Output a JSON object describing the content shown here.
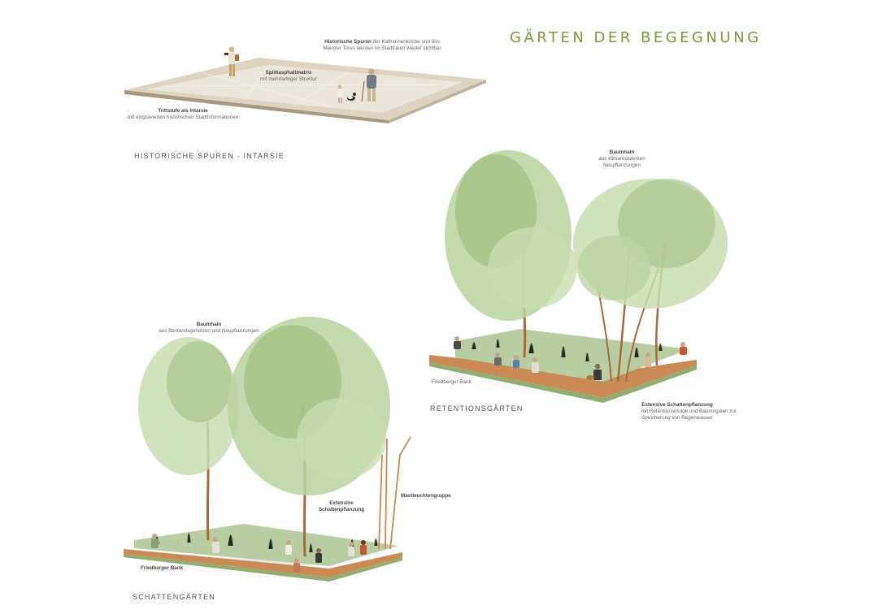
{
  "page_title": "GÄRTEN DER BEGEGNUNG",
  "sections": {
    "historic": {
      "label": "HISTORISCHE SPUREN - INTARSIE",
      "annotations": {
        "spuren_title": "Historische Spuren",
        "spuren_text1": "der Katharinenkirche und des",
        "spuren_text2": "Mainzer Tores werden im Stadtraum wieder sichtbar",
        "asphalt_title": "Splittasphaltmatrix",
        "asphalt_text": "mit mehrfarbiger Struktur",
        "tritt_title": "Trittstufe als Intarsie",
        "tritt_text": "mit eingravierten historischen Stadtinformationen"
      }
    },
    "retention": {
      "label": "RETENTIONSGÄRTEN",
      "annotations": {
        "baumhain_title": "Baumhain",
        "baumhain_text1": "aus klimaresistenten",
        "baumhain_text2": "Neupflanzungen",
        "bank": "Friedberger Bank",
        "extensiv_title": "Extensive  Schattenpflanzung",
        "extensiv_text1": "mit Retentionsmulde und Baumrigolen zur",
        "extensiv_text2": "Speicherung von Regenwasser"
      }
    },
    "shade": {
      "label": "SCHATTENGÄRTEN",
      "annotations": {
        "baumhain_title": "Baumhain",
        "baumhain_text": "aus Bestandsgehölzen und  Neupflanzungen",
        "extensiv_title1": "Extensive",
        "extensiv_title2": "Schattenpflanzung",
        "mast": "Mastleuchtengruppe",
        "bank": "Friedberger Bank"
      }
    }
  },
  "colors": {
    "title": "#7a9a3a",
    "paving": "#e6e0d2",
    "paving_edge": "#b8ab92",
    "foliage_light": "#c9ddb0",
    "foliage_mid": "#9fc081",
    "foliage_dark": "#6f9a55",
    "trunk": "#a86a3a",
    "bench": "#c98a55",
    "grass": "#a9bf8a"
  }
}
